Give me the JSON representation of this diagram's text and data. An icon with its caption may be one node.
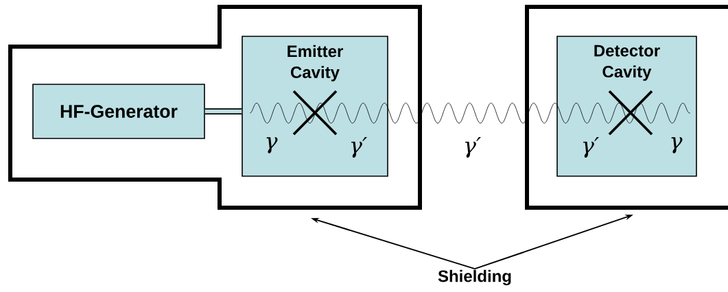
{
  "diagram": {
    "nodes": [
      {
        "text": [],
        "shape": "box"
      },
      {
        "text": [
          "HF-Generator"
        ],
        "in": 0
      },
      {
        "text": [
          "Emitter Cavity"
        ],
        "in": 0
      },
      {
        "text": [],
        "shape": "box"
      },
      {
        "text": [
          "Detector Cavity"
        ],
        "in": 3
      },
      {
        "text": [
          "Shielding"
        ]
      }
    ],
    "edges": [
      {
        "from": 1,
        "to": 2,
        "arrow": "none",
        "style": "thick"
      },
      {
        "from": 2,
        "to": 4,
        "arrow": "none"
      },
      {
        "from": 5,
        "to": 0,
        "arrow": "to"
      },
      {
        "from": 5,
        "to": 3,
        "arrow": "to"
      }
    ],
    "labels": [
      "γ",
      "γ′",
      "γ′",
      "γ′",
      "γ"
    ]
  }
}
